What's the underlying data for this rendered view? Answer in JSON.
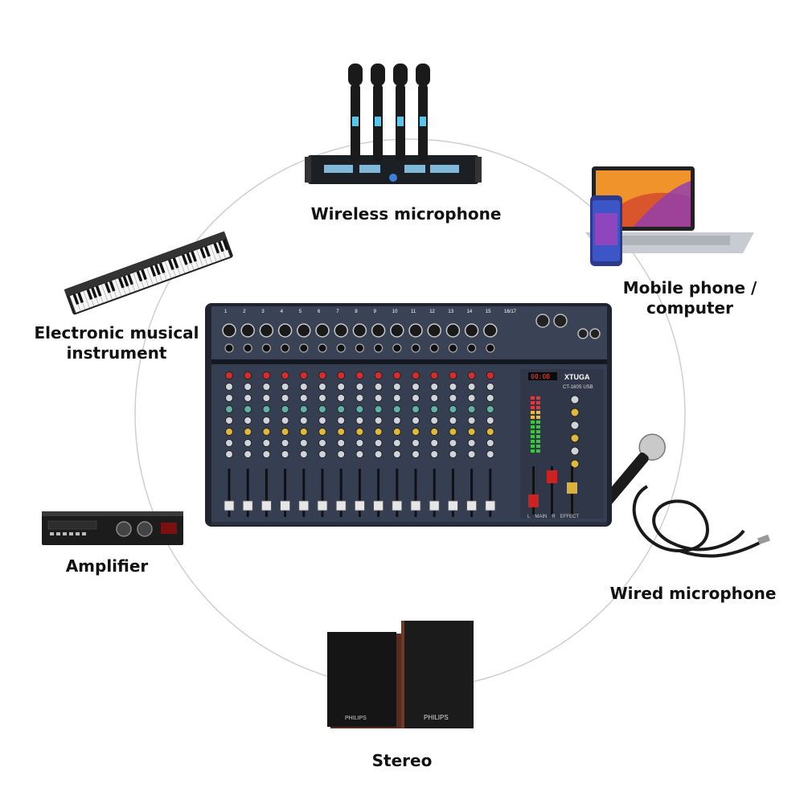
{
  "devices": {
    "wireless_mic": {
      "label": "Wireless microphone"
    },
    "phone_computer": {
      "label_line1": "Mobile phone /",
      "label_line2": "computer"
    },
    "keyboard": {
      "label_line1": "Electronic musical",
      "label_line2": "instrument"
    },
    "amplifier": {
      "label": "Amplifier"
    },
    "wired_mic": {
      "label": "Wired microphone"
    },
    "stereo": {
      "label": "Stereo"
    }
  },
  "mixer": {
    "brand": "XTUGA",
    "model": "CT-160S USB",
    "display_value": "00:08",
    "channel_numbers": [
      "1",
      "2",
      "3",
      "4",
      "5",
      "6",
      "7",
      "8",
      "9",
      "10",
      "11",
      "12",
      "13",
      "14",
      "15",
      "16/17"
    ],
    "speaker_brand": "PHILIPS",
    "footer_labels": [
      "L",
      "MAIN",
      "R",
      "EFFECT"
    ]
  },
  "colors": {
    "circle": "#cfcfcf",
    "mixer_body": "#2e3545",
    "mixer_panel": "#3a4356",
    "accent_red": "#d92b2b",
    "knob_yellow": "#e0b93a",
    "knob_teal": "#5fb3a7"
  }
}
